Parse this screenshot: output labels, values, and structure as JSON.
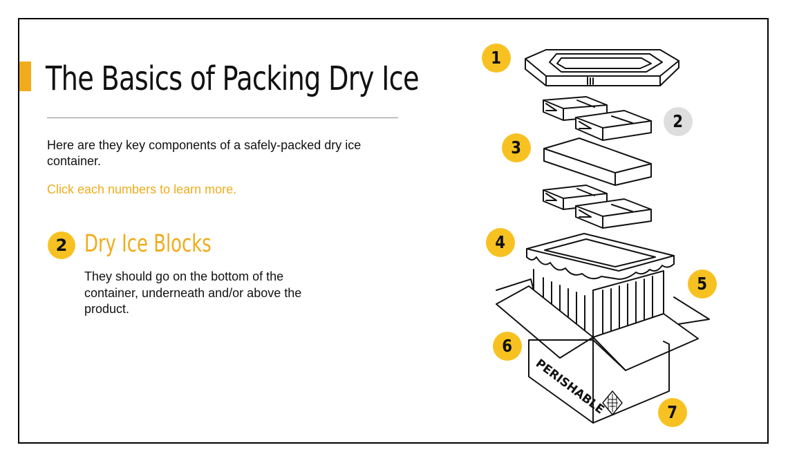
{
  "page": {
    "title": "The Basics of Packing Dry Ice",
    "intro": "Here are they key components of a safely-packed dry ice container.",
    "hint": "Click each numbers to learn more.",
    "accent_color": "#f0ac1b",
    "badge_color": "#f7c221",
    "active_badge_color": "#dedede"
  },
  "detail": {
    "number": "2",
    "title": "Dry Ice Blocks",
    "body": "They should go on the bottom of the container, underneath and/or above the product."
  },
  "illustration": {
    "box_label": "PERISHABLE"
  },
  "hotspots": [
    {
      "label": "1",
      "active": false
    },
    {
      "label": "2",
      "active": true
    },
    {
      "label": "3",
      "active": false
    },
    {
      "label": "4",
      "active": false
    },
    {
      "label": "5",
      "active": false
    },
    {
      "label": "6",
      "active": false
    },
    {
      "label": "7",
      "active": false
    }
  ]
}
